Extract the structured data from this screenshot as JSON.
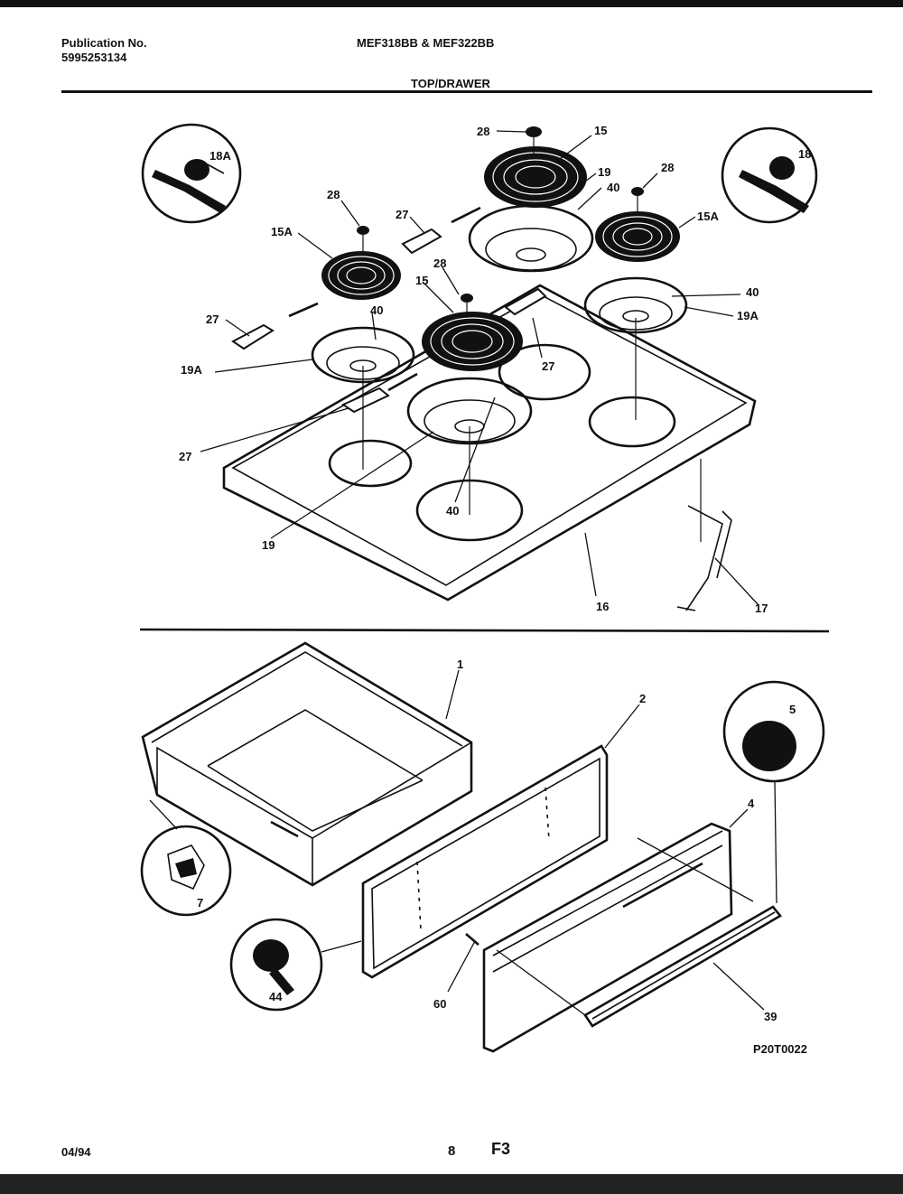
{
  "header": {
    "publication_label": "Publication No.",
    "publication_number": "5995253134",
    "models": "MEF318BB & MEF322BB",
    "section_title": "TOP/DRAWER"
  },
  "callouts": {
    "c28": "28",
    "c15": "15",
    "c18": "18",
    "c18a": "18A",
    "c19": "19",
    "c19a": "19A",
    "c27": "27",
    "c40": "40",
    "c15a": "15A",
    "c16": "16",
    "c17": "17",
    "c1": "1",
    "c2": "2",
    "c4": "4",
    "c5": "5",
    "c7": "7",
    "c39": "39",
    "c44": "44",
    "c60": "60"
  },
  "diagram_code": "P20T0022",
  "footer": {
    "date": "04/94",
    "page": "8",
    "figure": "F3"
  }
}
